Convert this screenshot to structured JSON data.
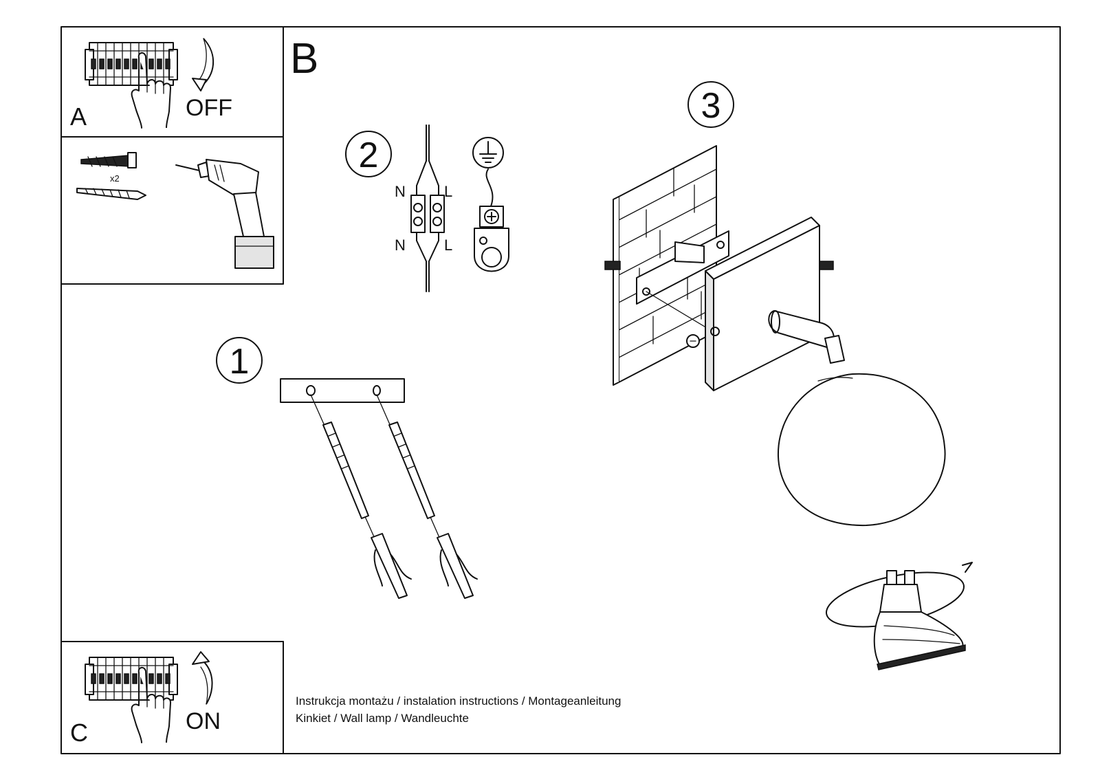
{
  "panels": {
    "a": {
      "letter": "A",
      "state": "OFF"
    },
    "c": {
      "letter": "C",
      "state": "ON"
    },
    "b": {
      "letter": "B"
    },
    "tools": {
      "quantity": "x2"
    }
  },
  "steps": [
    {
      "number": "1"
    },
    {
      "number": "2"
    },
    {
      "number": "3"
    }
  ],
  "wiring": {
    "neutral_top": "N",
    "live_top": "L",
    "neutral_bottom": "N",
    "live_bottom": "L"
  },
  "caption": {
    "line1": "Instrukcja montażu / instalation instructions / Montageanleitung",
    "line2": "Kinkiet / Wall lamp / Wandleuchte"
  },
  "icons": [
    "circuit-breaker-icon",
    "hand-icon",
    "curved-arrow-icon",
    "wall-plug-icon",
    "screw-icon",
    "drill-icon",
    "ground-symbol-icon",
    "terminal-block-icon",
    "wall-lamp-icon",
    "gu10-bulb-icon"
  ]
}
